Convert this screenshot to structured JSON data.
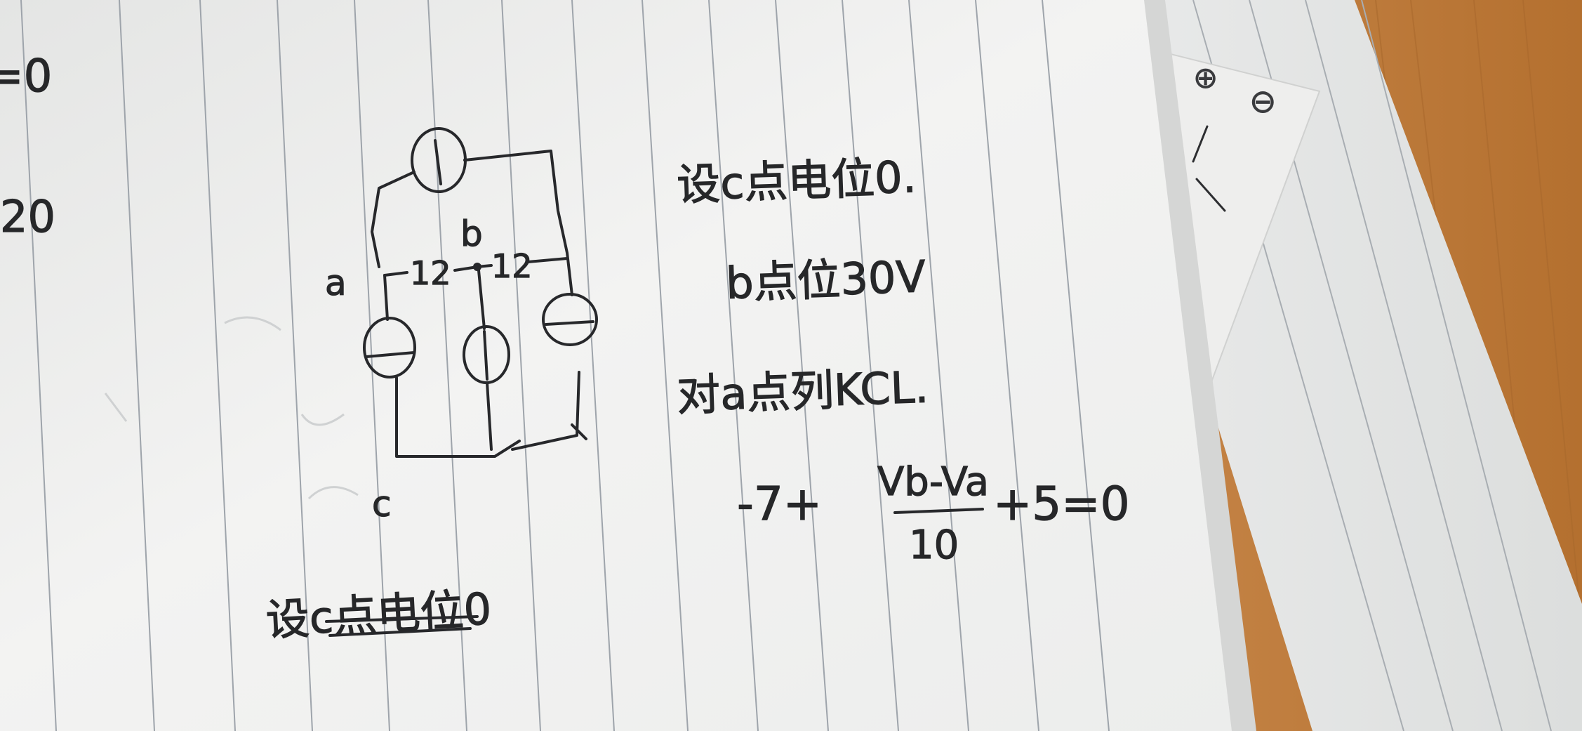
{
  "photo": {
    "subject": "handwritten circuit analysis on lined notebook paper",
    "colors": {
      "paper": "#f2f2f1",
      "paper_shadow": "#dcdddc",
      "back_sheet": "#e4e5e4",
      "rule_line": "#a0a6ad",
      "ink": "#27282b",
      "table_wood": "#c98a48"
    }
  },
  "margin_notes": {
    "top": "=0",
    "middle": "20"
  },
  "circuit": {
    "node_a": "a",
    "node_b": "b",
    "node_c": "c",
    "resistor_left": "12",
    "resistor_right": "12"
  },
  "notes": {
    "line1": "设c点电位0.",
    "line2": "b点位30V",
    "line3": "对a点列KCL.",
    "equation": {
      "lhs_start": "-7+",
      "numerator": "Vb-Va",
      "denominator": "10",
      "rhs": "+5=0"
    },
    "crossed_out": "设c点电位0"
  },
  "back_sheet_marks": {
    "mark1": "⊕",
    "mark2": "⊖"
  }
}
